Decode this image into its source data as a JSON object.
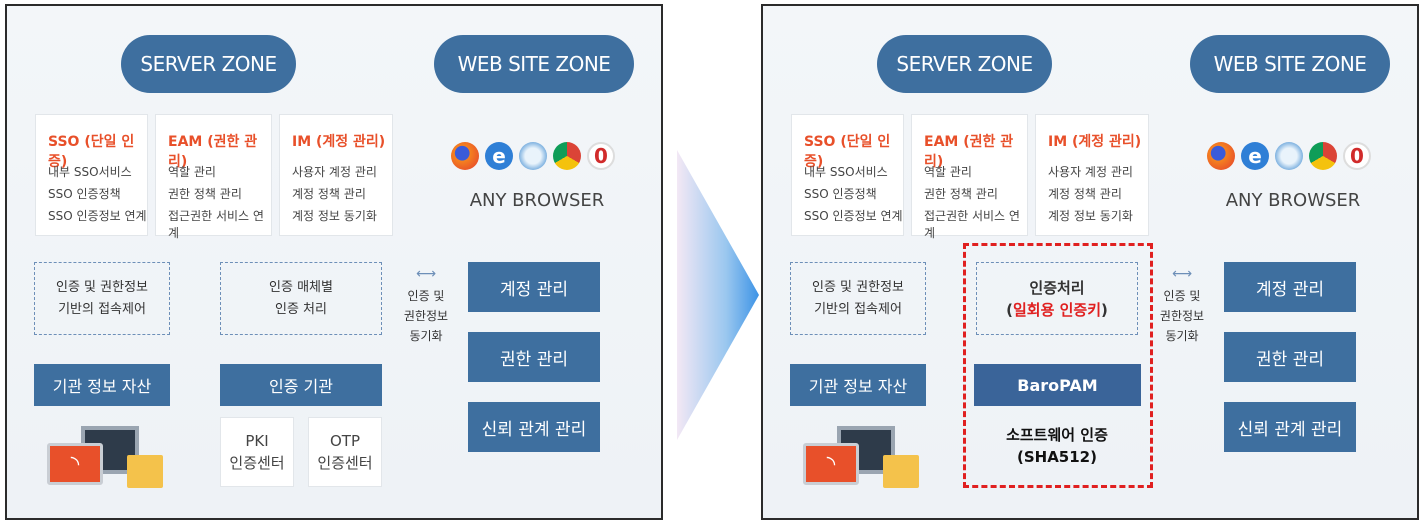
{
  "server_zone": "SERVER ZONE",
  "web_zone": "WEB SITE ZONE",
  "sso": {
    "title": "SSO (단일 인증)",
    "lines": [
      "내부 SSO서비스",
      "SSO 인증정책",
      "SSO 인증정보 연계"
    ]
  },
  "eam": {
    "title": "EAM (권한 관리)",
    "lines": [
      "역할 관리",
      "권한 정책 관리",
      "접근권한 서비스 연계"
    ]
  },
  "im": {
    "title": "IM (계정 관리)",
    "lines": [
      "사용자 계정 관리",
      "계정 정책 관리",
      "계정 정보 동기화"
    ]
  },
  "any_browser": "ANY BROWSER",
  "access_control": [
    "인증 및 권한정보",
    "기반의 접속제어"
  ],
  "auth_method": [
    "인증 매체별",
    "인증 처리"
  ],
  "sync_label": [
    "인증 및",
    "권한정보",
    "동기화"
  ],
  "account_mgmt": "계정 관리",
  "permission_mgmt": "권한 관리",
  "trust_mgmt": "신뢰 관계 관리",
  "org_assets": "기관 정보 자산",
  "auth_org": "인증 기관",
  "pki": [
    "PKI",
    "인증센터"
  ],
  "otp": [
    "OTP",
    "인증센터"
  ],
  "right": {
    "auth_process": "인증처리",
    "otp_key_open": "(",
    "otp_key": "일회용 인증키",
    "otp_key_close": ")",
    "product": "BaroPAM",
    "software_auth": "소프트웨어 인증",
    "sha": "(SHA512)"
  },
  "colors": {
    "accent": "#3e6f9f",
    "title_red": "#e8502a",
    "highlight": "#e02020",
    "dash_red": "#e02020"
  },
  "icons": [
    "firefox-icon",
    "ie-icon",
    "safari-icon",
    "chrome-icon",
    "opera-icon",
    "monitor-rss-icon",
    "folder-icon",
    "transition-arrow-icon"
  ]
}
